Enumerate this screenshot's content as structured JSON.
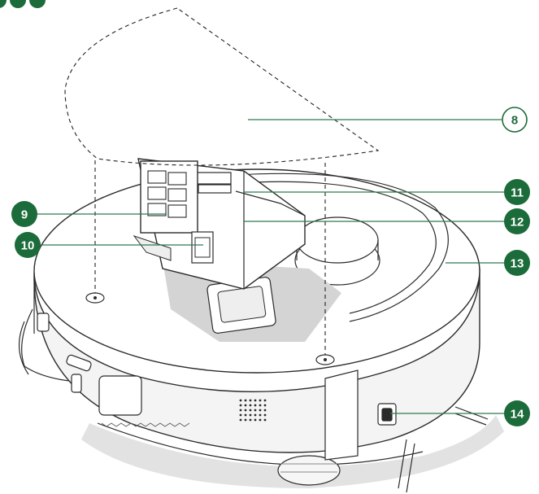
{
  "diagram": {
    "colors": {
      "badge_fill": "#1c6b3a",
      "badge_text": "#ffffff",
      "outline_badge_stroke": "#1c6b3a",
      "outline_badge_text": "#1c6b3a",
      "leader_line": "#2f7a4e",
      "body_outline": "#2b2b2b",
      "shadow": "#d7d7d7",
      "dashed_outline": "#222222"
    },
    "callouts": [
      {
        "id": "8",
        "label": "8",
        "style": "outline"
      },
      {
        "id": "9",
        "label": "9",
        "style": "filled"
      },
      {
        "id": "10",
        "label": "10",
        "style": "filled"
      },
      {
        "id": "11",
        "label": "11",
        "style": "filled"
      },
      {
        "id": "12",
        "label": "12",
        "style": "filled"
      },
      {
        "id": "13",
        "label": "13",
        "style": "filled"
      },
      {
        "id": "14",
        "label": "14",
        "style": "filled"
      }
    ]
  }
}
